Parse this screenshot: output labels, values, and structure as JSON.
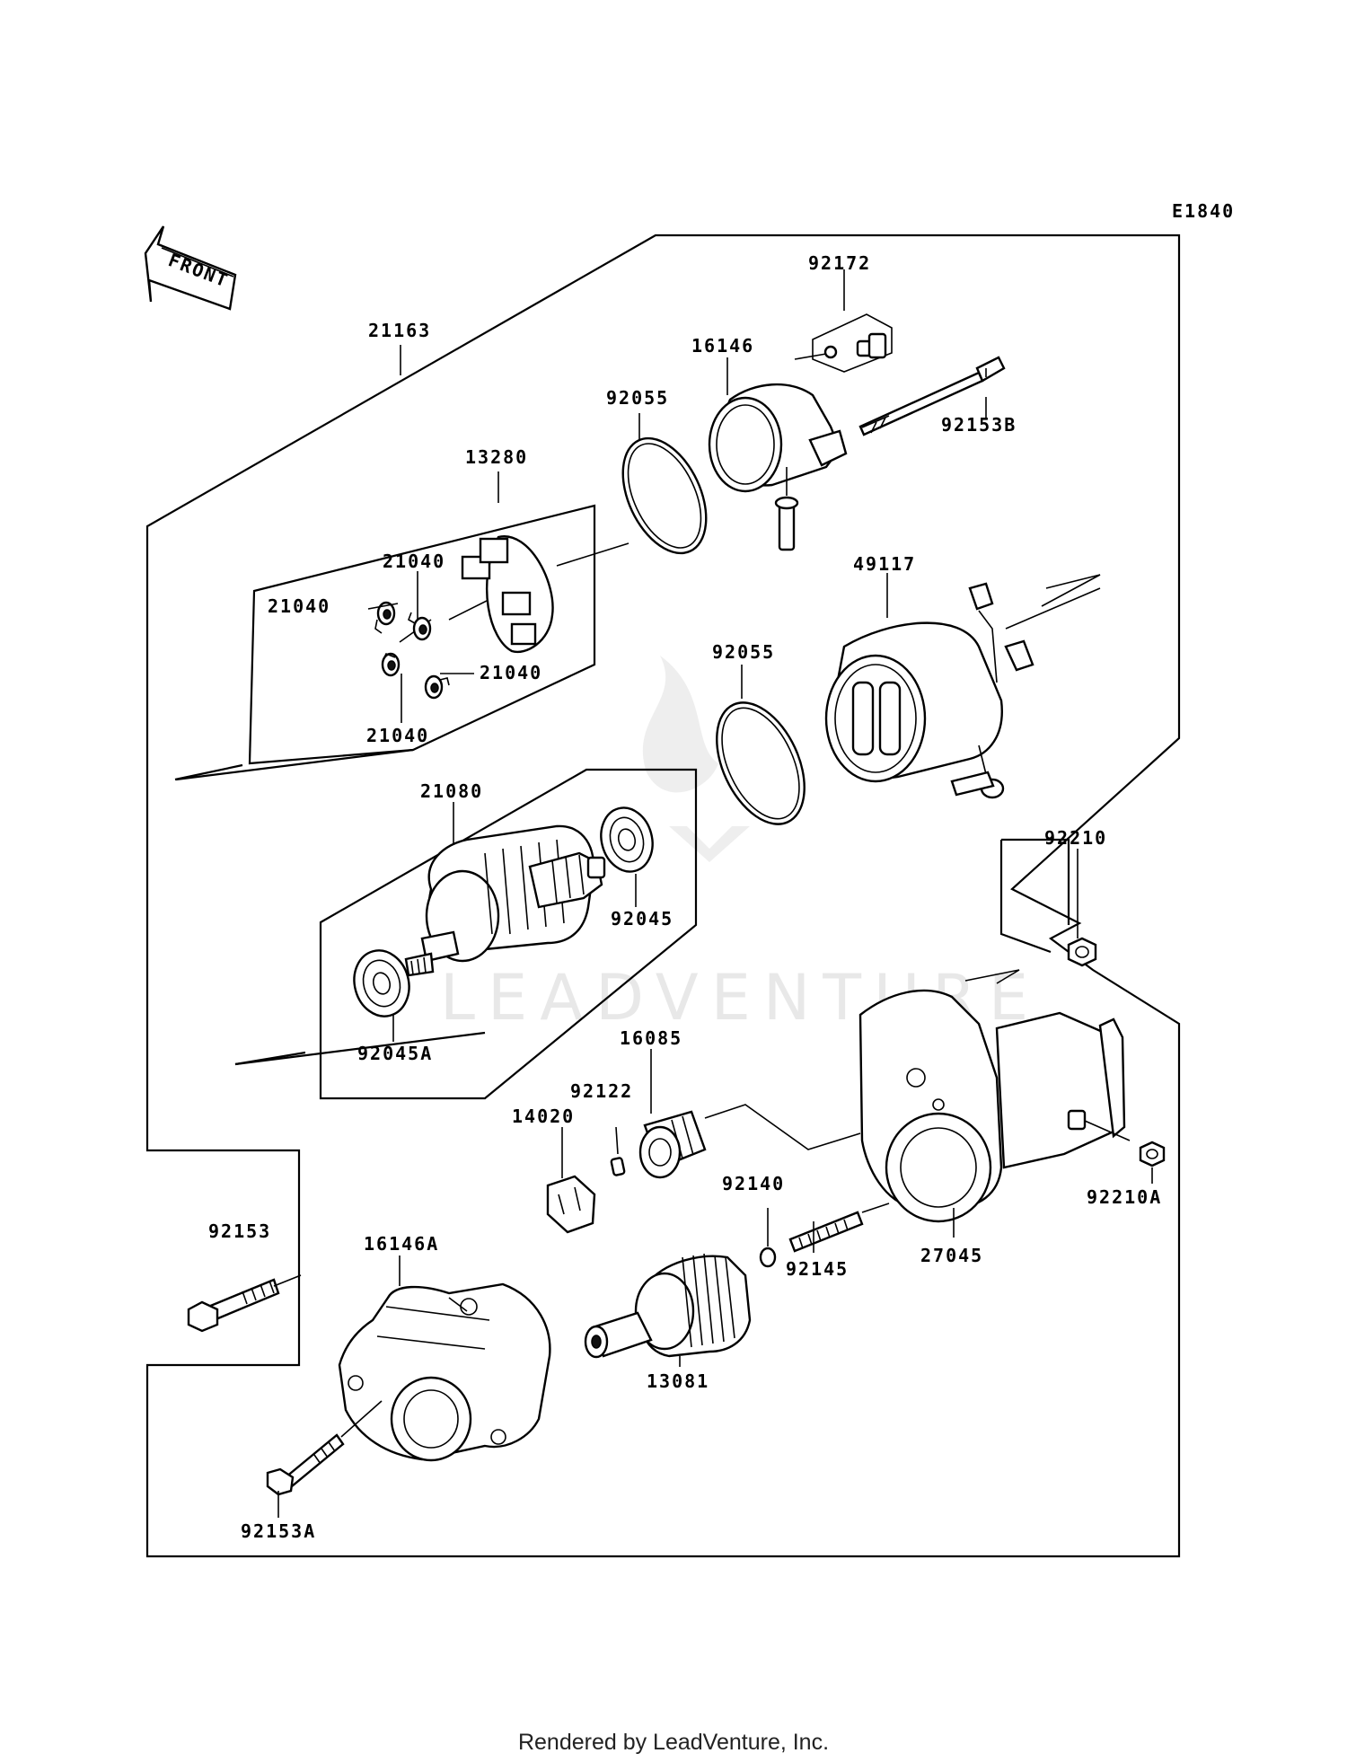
{
  "diagram": {
    "code": "E1840",
    "front_label": "FRONT",
    "watermark": "LEADVENTURE",
    "labels": {
      "p21163": "21163",
      "p92172": "92172",
      "p16146": "16146",
      "p92153B": "92153B",
      "p92055a": "92055",
      "p13280": "13280",
      "p21040a": "21040",
      "p21040b": "21040",
      "p21040c": "21040",
      "p21040d": "21040",
      "p49117": "49117",
      "p92055b": "92055",
      "p21080": "21080",
      "p92045": "92045",
      "p92045A": "92045A",
      "p92210": "92210",
      "p16085": "16085",
      "p92122": "92122",
      "p14020": "14020",
      "p92140": "92140",
      "p92210A": "92210A",
      "p92153": "92153",
      "p16146A": "16146A",
      "p92145": "92145",
      "p27045": "27045",
      "p13081": "13081",
      "p92153A": "92153A"
    }
  },
  "footer": {
    "text": "Rendered by LeadVenture, Inc."
  }
}
